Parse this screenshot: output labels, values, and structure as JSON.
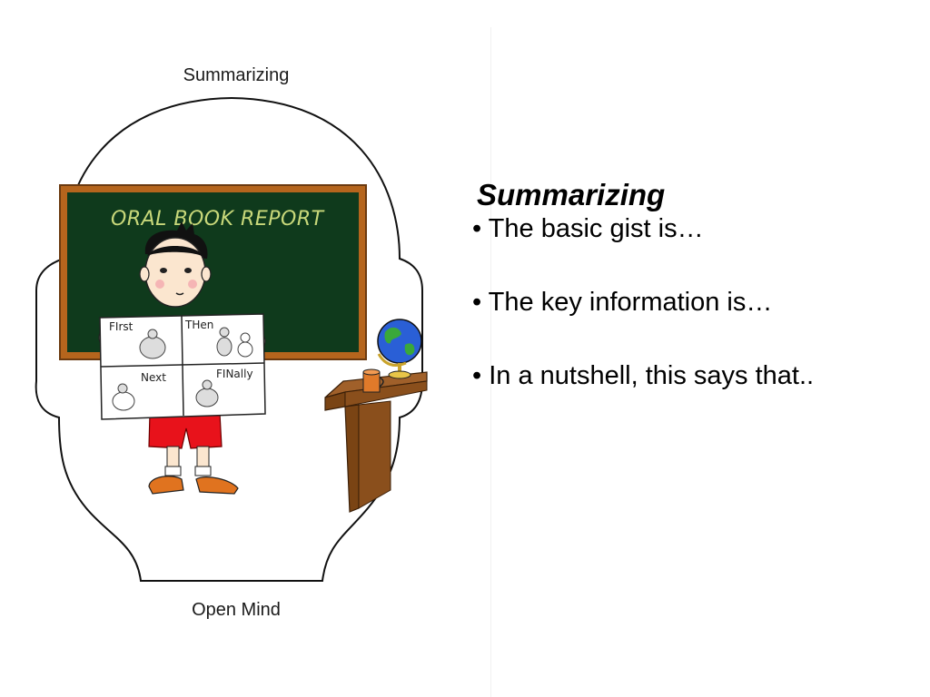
{
  "illustration": {
    "caption_top": "Summarizing",
    "caption_bottom": "Open Mind",
    "board_title": "ORAL BOOK REPORT",
    "panels": [
      "FIrst",
      "THen",
      "Next",
      "FINally"
    ]
  },
  "content": {
    "heading": "Summarizing",
    "bullets": [
      "• The basic gist is…",
      "• The key information is…",
      "• In a nutshell, this says that.."
    ]
  },
  "colors": {
    "board": "#0f3a1c",
    "board_frame": "#b5651d",
    "shorts": "#e8121b",
    "shoes": "#e0731f",
    "desk": "#7a4414",
    "globe_ocean": "#2a5fd6",
    "globe_land": "#3aa83a",
    "mug": "#e07a2a"
  }
}
